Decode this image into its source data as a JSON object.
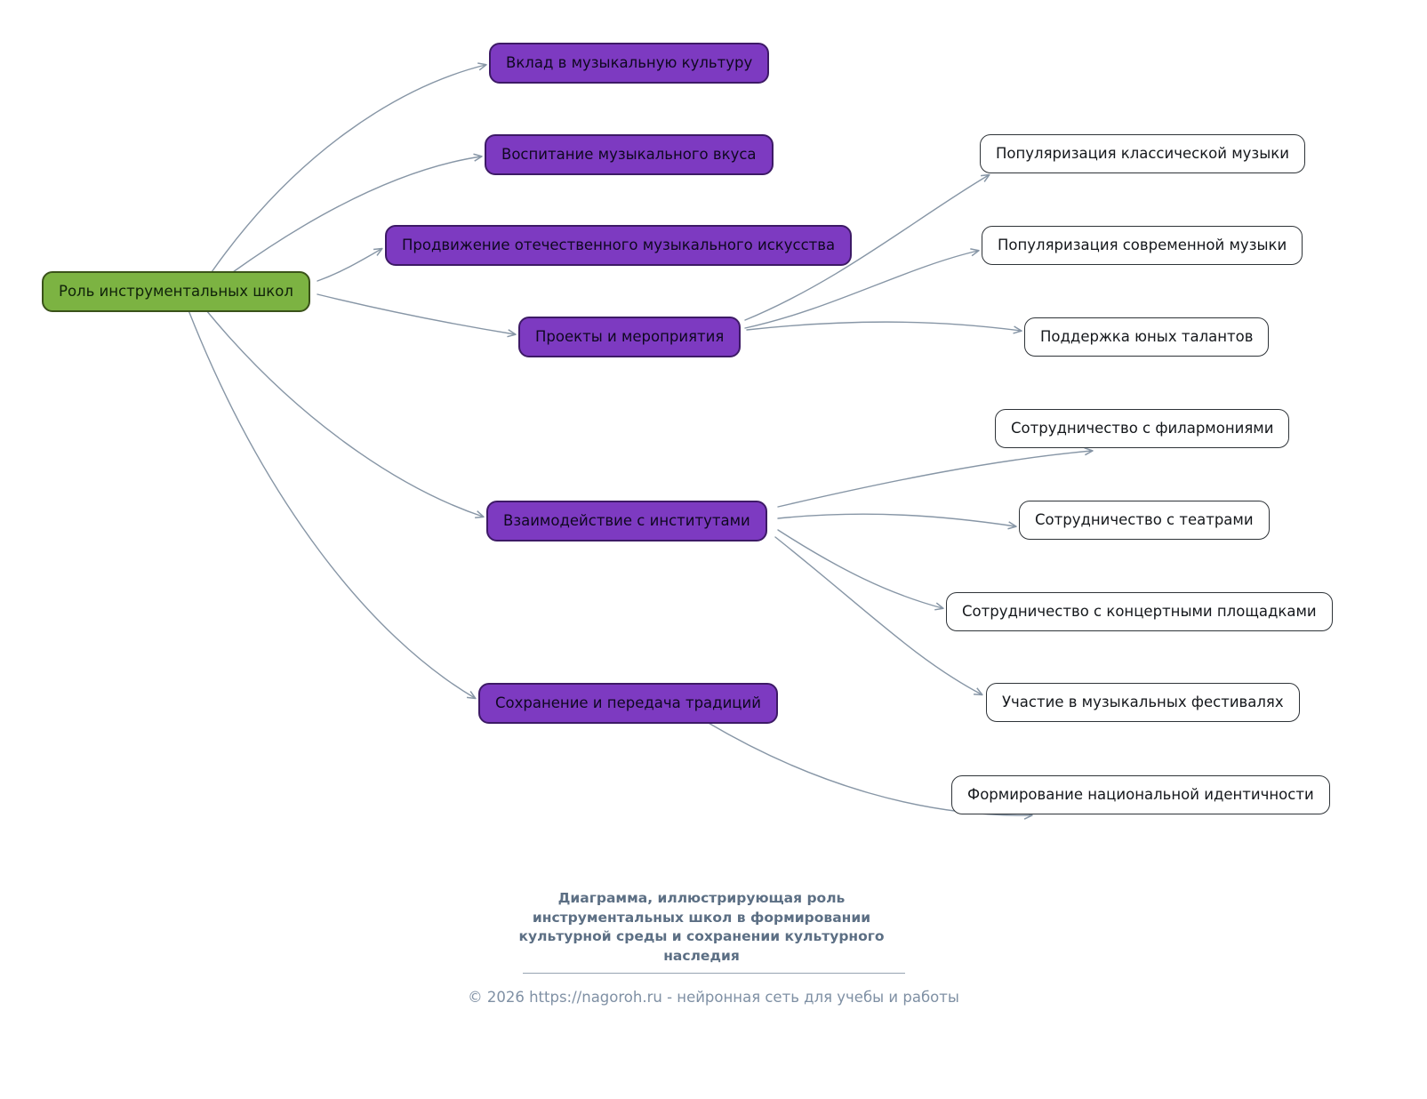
{
  "root": {
    "label": "Роль инструментальных школ"
  },
  "branches": [
    {
      "label": "Вклад в музыкальную культуру"
    },
    {
      "label": "Воспитание музыкального вкуса"
    },
    {
      "label": "Продвижение отечественного музыкального искусства"
    },
    {
      "label": "Проекты и мероприятия"
    },
    {
      "label": "Взаимодействие с институтами"
    },
    {
      "label": "Сохранение и передача традиций"
    }
  ],
  "leaves": [
    {
      "label": "Популяризация классической музыки"
    },
    {
      "label": "Популяризация современной музыки"
    },
    {
      "label": "Поддержка юных талантов"
    },
    {
      "label": "Сотрудничество с филармониями"
    },
    {
      "label": "Сотрудничество с театрами"
    },
    {
      "label": "Сотрудничество с концертными площадками"
    },
    {
      "label": "Участие в музыкальных фестивалях"
    },
    {
      "label": "Формирование национальной идентичности"
    }
  ],
  "caption": {
    "text": "Диаграмма, иллюстрирующая роль инструментальных школ в формировании культурной среды и сохранении культурного наследия"
  },
  "footer": {
    "text": "© 2026 https://nagoroh.ru - нейронная сеть для учебы и работы"
  },
  "colors": {
    "root_fill": "#7cb342",
    "branch_fill": "#7d3ac1",
    "leaf_fill": "#ffffff",
    "edge": "#8796a6"
  }
}
